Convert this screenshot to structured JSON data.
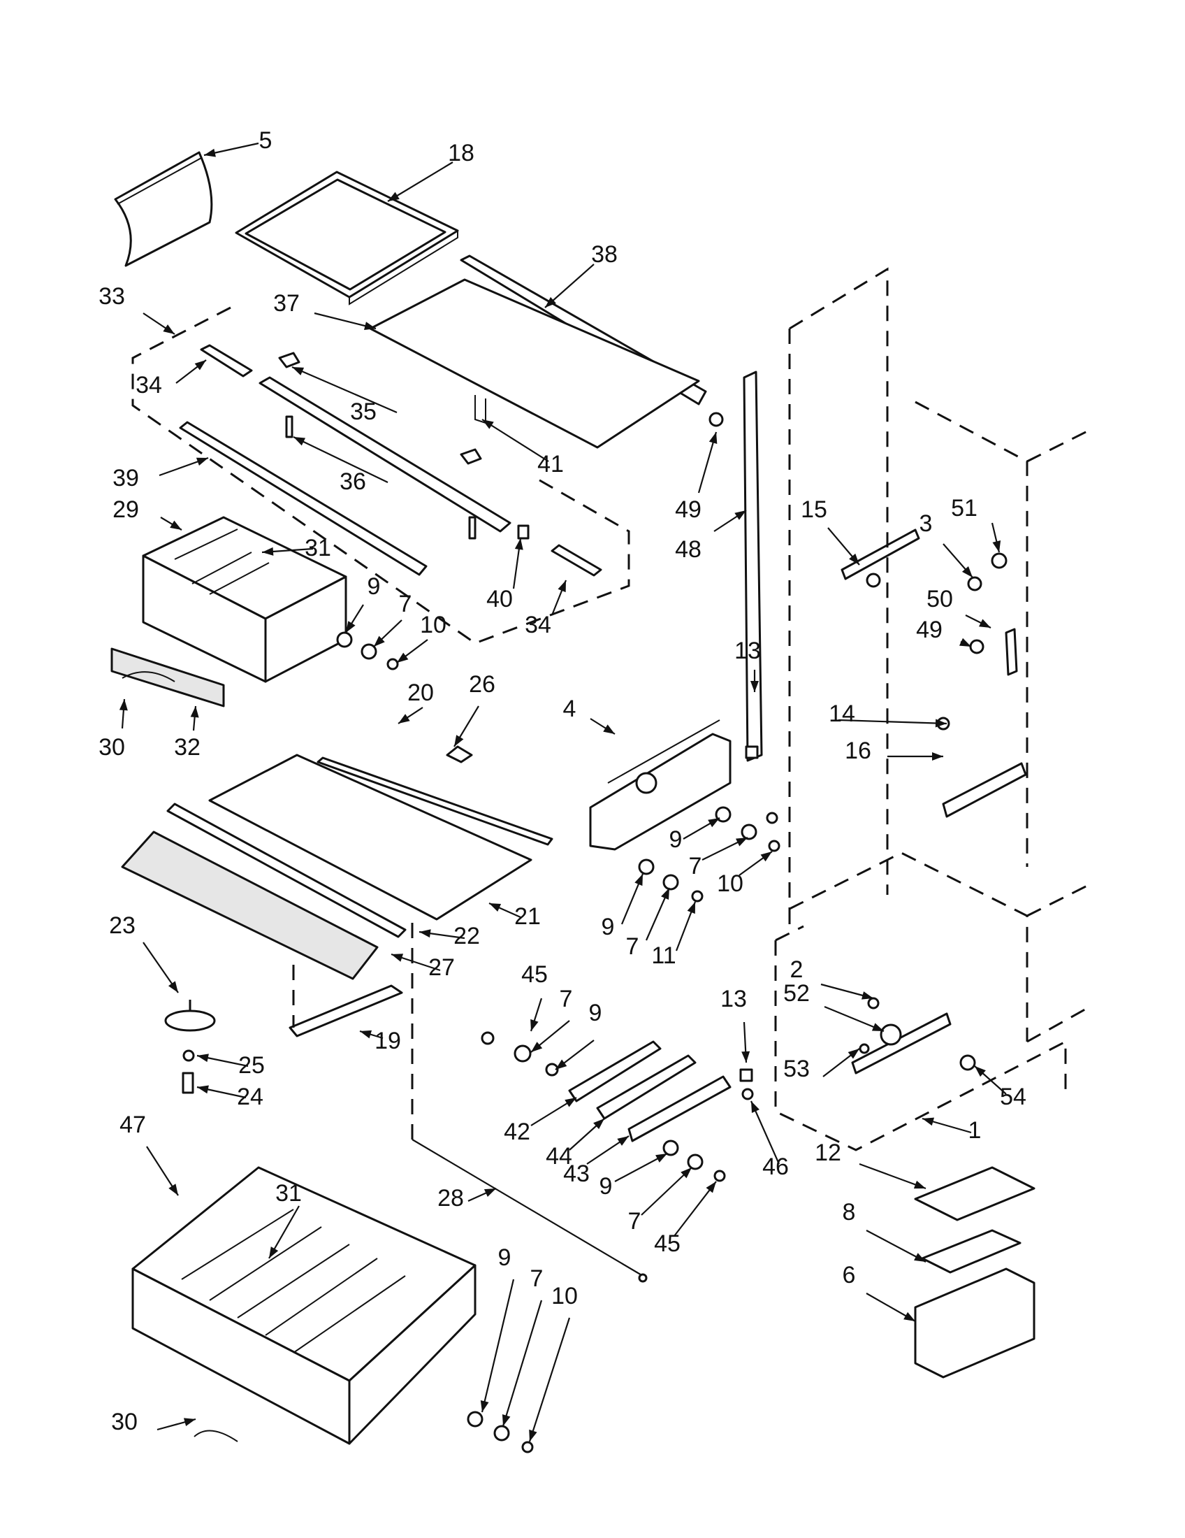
{
  "diagram": {
    "callouts": [
      {
        "label": "5"
      },
      {
        "label": "18"
      },
      {
        "label": "38"
      },
      {
        "label": "33"
      },
      {
        "label": "37"
      },
      {
        "label": "34"
      },
      {
        "label": "35"
      },
      {
        "label": "41"
      },
      {
        "label": "49"
      },
      {
        "label": "48"
      },
      {
        "label": "39"
      },
      {
        "label": "36"
      },
      {
        "label": "29"
      },
      {
        "label": "31"
      },
      {
        "label": "9"
      },
      {
        "label": "7"
      },
      {
        "label": "10"
      },
      {
        "label": "40"
      },
      {
        "label": "34"
      },
      {
        "label": "15"
      },
      {
        "label": "3"
      },
      {
        "label": "51"
      },
      {
        "label": "50"
      },
      {
        "label": "49"
      },
      {
        "label": "13"
      },
      {
        "label": "14"
      },
      {
        "label": "16"
      },
      {
        "label": "20"
      },
      {
        "label": "26"
      },
      {
        "label": "4"
      },
      {
        "label": "30"
      },
      {
        "label": "32"
      },
      {
        "label": "9"
      },
      {
        "label": "7"
      },
      {
        "label": "10"
      },
      {
        "label": "21"
      },
      {
        "label": "9"
      },
      {
        "label": "7"
      },
      {
        "label": "11"
      },
      {
        "label": "22"
      },
      {
        "label": "23"
      },
      {
        "label": "27"
      },
      {
        "label": "2"
      },
      {
        "label": "52"
      },
      {
        "label": "45"
      },
      {
        "label": "7"
      },
      {
        "label": "9"
      },
      {
        "label": "13"
      },
      {
        "label": "19"
      },
      {
        "label": "25"
      },
      {
        "label": "53"
      },
      {
        "label": "54"
      },
      {
        "label": "24"
      },
      {
        "label": "42"
      },
      {
        "label": "44"
      },
      {
        "label": "43"
      },
      {
        "label": "46"
      },
      {
        "label": "1"
      },
      {
        "label": "47"
      },
      {
        "label": "12"
      },
      {
        "label": "31"
      },
      {
        "label": "28"
      },
      {
        "label": "9"
      },
      {
        "label": "7"
      },
      {
        "label": "45"
      },
      {
        "label": "8"
      },
      {
        "label": "9"
      },
      {
        "label": "7"
      },
      {
        "label": "10"
      },
      {
        "label": "6"
      },
      {
        "label": "30"
      }
    ]
  }
}
